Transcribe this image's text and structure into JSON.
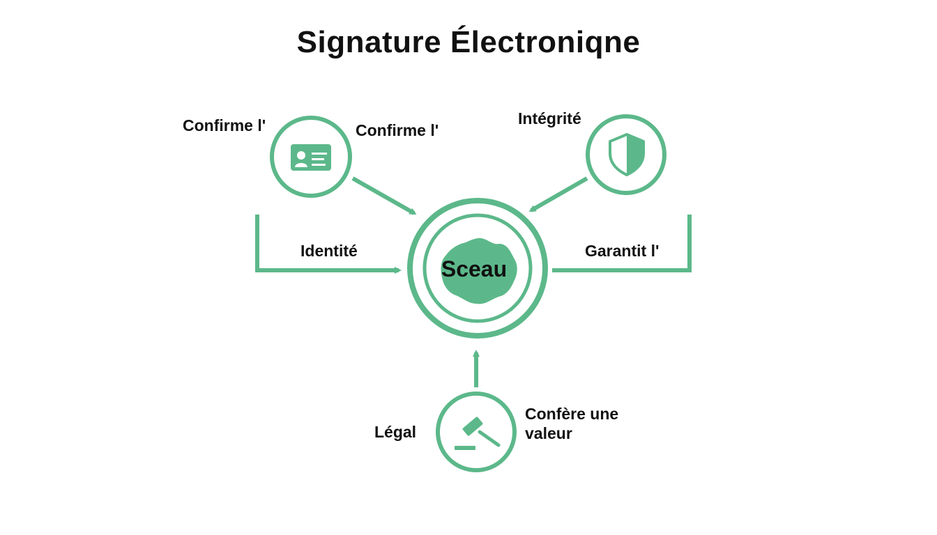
{
  "title": "Signature Électroniqne",
  "center": {
    "label": "Sceau",
    "icon": "wax-seal-icon"
  },
  "nodes": {
    "identity": {
      "icon": "id-card-icon",
      "label_left": "Confirme l'",
      "label_right": "Confirme l'",
      "label_arrow": "Identité"
    },
    "integrity": {
      "icon": "shield-icon",
      "label_top": "Intégrité",
      "label_arrow": "Garantit l'"
    },
    "legal": {
      "icon": "gavel-icon",
      "label_left": "Légal",
      "label_right_line1": "Confère une",
      "label_right_line2": "valeur"
    }
  },
  "colors": {
    "accent": "#5cb88a",
    "text": "#111111",
    "background": "#ffffff"
  }
}
